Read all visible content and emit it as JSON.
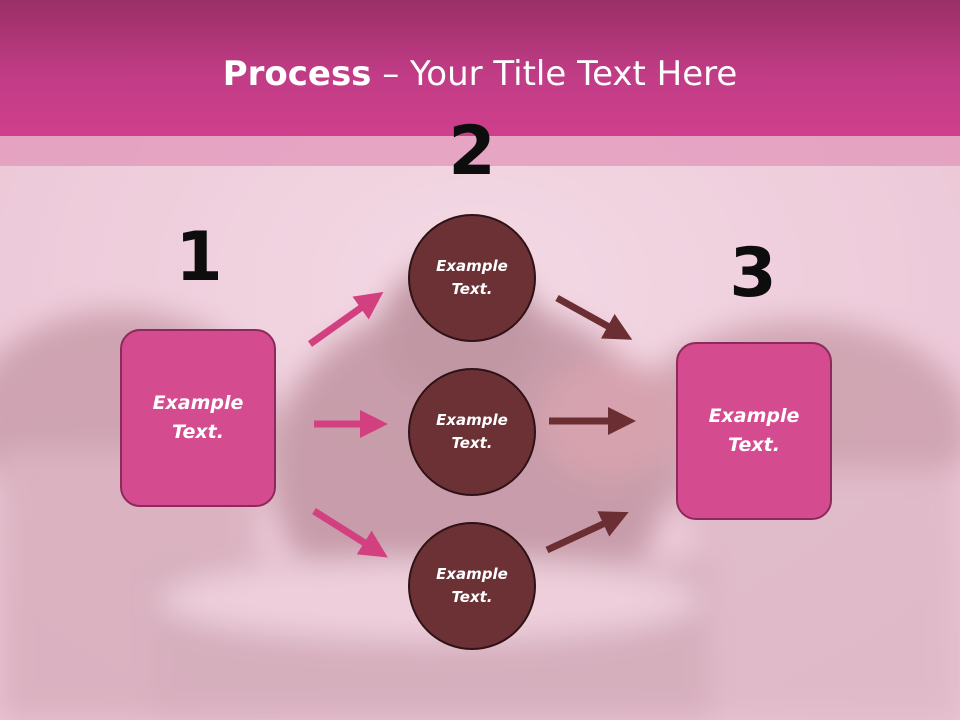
{
  "slide": {
    "title_bold": "Process",
    "title_rest": " – Your Title Text Here"
  },
  "steps": {
    "step1": {
      "number": "1",
      "text": "Example Text."
    },
    "step2": {
      "number": "2",
      "items": [
        "Example Text.",
        "Example Text.",
        "Example Text."
      ]
    },
    "step3": {
      "number": "3",
      "text": "Example Text."
    }
  },
  "colors": {
    "header": "#c13c86",
    "box_fill": "#d44b8f",
    "circle_fill": "#6b3135",
    "arrow_pink": "#d2407f",
    "arrow_brown": "#6b2f33"
  }
}
